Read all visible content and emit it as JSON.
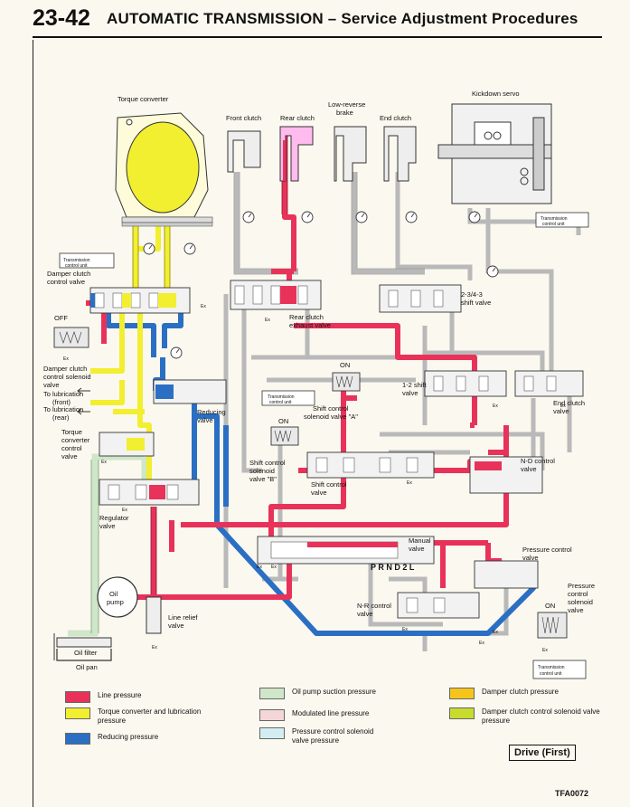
{
  "header": {
    "page_number": "23-42",
    "title": "AUTOMATIC TRANSMISSION – Service Adjustment Procedures"
  },
  "labels": {
    "torque_converter": "Torque converter",
    "front_clutch": "Front clutch",
    "rear_clutch": "Rear clutch",
    "low_reverse_brake_1": "Low-reverse",
    "low_reverse_brake_2": "brake",
    "end_clutch": "End clutch",
    "kickdown_servo": "Kickdown servo",
    "tcu_1": "Transmission",
    "tcu_2": "control unit",
    "damper_clutch_control_valve_1": "Damper clutch",
    "damper_clutch_control_valve_2": "control valve",
    "off": "OFF",
    "damper_clutch_solenoid_1": "Damper clutch",
    "damper_clutch_solenoid_2": "control solenoid",
    "damper_clutch_solenoid_3": "valve",
    "lubrication_front_1": "To lubrication",
    "lubrication_front_2": "(front)",
    "lubrication_rear_1": "To lubrication",
    "lubrication_rear_2": "(rear)",
    "torque_converter_control_valve_1": "Torque",
    "torque_converter_control_valve_2": "converter",
    "torque_converter_control_valve_3": "control",
    "torque_converter_control_valve_4": "valve",
    "reducing_valve_1": "Reducing",
    "reducing_valve_2": "valve",
    "rear_clutch_exhaust_valve_1": "Rear clutch",
    "rear_clutch_exhaust_valve_2": "exhaust valve",
    "shift_valve_234_1": "2-3/4-3",
    "shift_valve_234_2": "shift valve",
    "shift_valve_12_1": "1-2 shift",
    "shift_valve_12_2": "valve",
    "end_clutch_valve_1": "End clutch",
    "end_clutch_valve_2": "valve",
    "on": "ON",
    "shift_solenoid_a_1": "Shift control",
    "shift_solenoid_a_2": "solenoid valve \"A\"",
    "shift_solenoid_b_1": "Shift control",
    "shift_solenoid_b_2": "solenoid",
    "shift_solenoid_b_3": "valve \"B\"",
    "shift_control_valve_1": "Shift control",
    "shift_control_valve_2": "valve",
    "nd_control_valve": "N-D control",
    "nd_control_valve_2": "valve",
    "regulator_valve_1": "Regulator",
    "regulator_valve_2": "valve",
    "manual_valve_1": "Manual",
    "manual_valve_2": "valve",
    "prnd2l": "P R N D 2 L",
    "pressure_control_valve_1": "Pressure control",
    "pressure_control_valve_2": "valve",
    "oil_pump_1": "Oil",
    "oil_pump_2": "pump",
    "line_relief_valve_1": "Line relief",
    "line_relief_valve_2": "valve",
    "nr_control_valve_1": "N-R control",
    "nr_control_valve_2": "valve",
    "pressure_control_solenoid_1": "Pressure",
    "pressure_control_solenoid_2": "control",
    "pressure_control_solenoid_3": "solenoid",
    "pressure_control_solenoid_4": "valve",
    "oil_filter": "Oil filter",
    "oil_pan": "Oil pan",
    "ex": "Ex"
  },
  "legend": {
    "line_pressure": "Line pressure",
    "torque_converter_lubrication": "Torque converter and lubrication pressure",
    "reducing_pressure": "Reducing pressure",
    "oil_pump_suction": "Oil pump suction pressure",
    "modulated_line": "Modulated line pressure",
    "pressure_control_solenoid": "Pressure control solenoid valve pressure",
    "damper_clutch": "Damper clutch pressure",
    "damper_clutch_control_solenoid": "Damper clutch control solenoid valve pressure"
  },
  "colors": {
    "line_pressure": "#e8325a",
    "torque_converter_lubrication": "#f2ee30",
    "reducing_pressure": "#2a6fc4",
    "oil_pump_suction": "#cfe6c9",
    "modulated_line": "#f4d6d6",
    "pressure_control_solenoid": "#d3eef2",
    "damper_clutch": "#f5c51c",
    "damper_clutch_control_solenoid": "#c8dc2e",
    "pipe_gray": "#c9c9c9"
  },
  "mode_box": "Drive (First)",
  "figure_code": "TFA0072"
}
